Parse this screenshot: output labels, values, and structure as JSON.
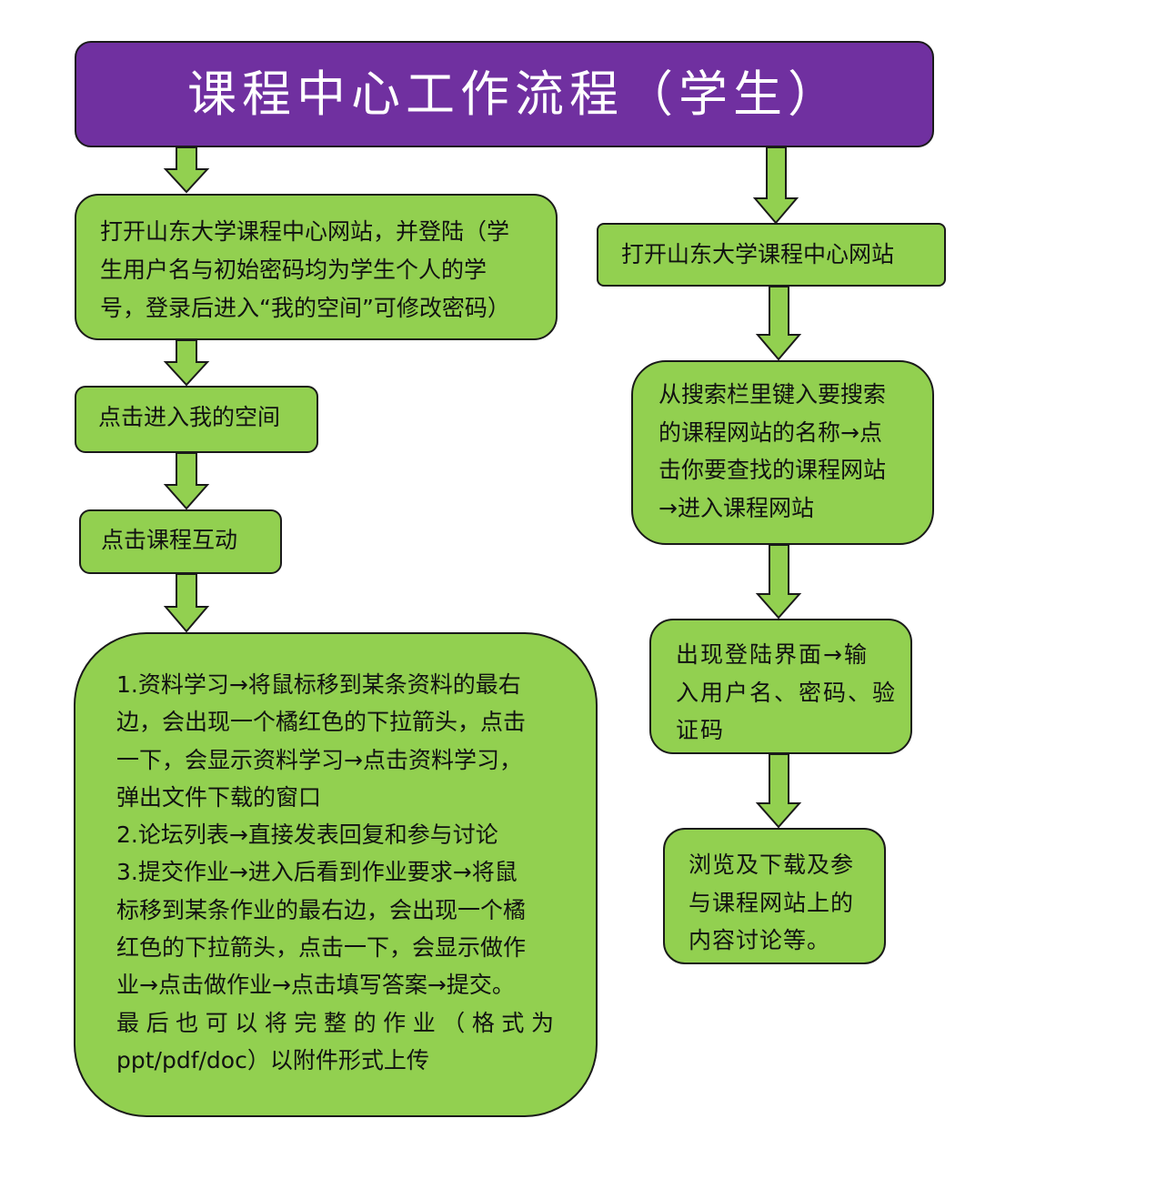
{
  "title": "课程中心工作流程（学生）",
  "colors": {
    "title_bg": "#7030a0",
    "title_text": "#ffffff",
    "box_fill": "#92d050",
    "outline": "#1a1a1a"
  },
  "left_flow": {
    "step1": [
      "打开山东大学课程中心网站，并登陆（学",
      "生用户名与初始密码均为学生个人的学",
      "号，登录后进入“我的空间”可修改密码）"
    ],
    "step2": "点击进入我的空间",
    "step3": "点击课程互动",
    "step4": [
      "1.资料学习→将鼠标移到某条资料的最右",
      "边，会出现一个橘红色的下拉箭头，点击",
      "一下，会显示资料学习→点击资料学习，",
      "弹出文件下载的窗口",
      "2.论坛列表→直接发表回复和参与讨论",
      "3.提交作业→进入后看到作业要求→将鼠",
      "标移到某条作业的最右边，会出现一个橘",
      "红色的下拉箭头，点击一下，会显示做作",
      "业→点击做作业→点击填写答案→提交。",
      "最后也可以将完整的作业（格式为",
      "ppt/pdf/doc）以附件形式上传"
    ]
  },
  "right_flow": {
    "step1": "打开山东大学课程中心网站",
    "step2": [
      "从搜索栏里键入要搜索",
      "的课程网站的名称→点",
      "击你要查找的课程网站",
      "→进入课程网站"
    ],
    "step3": [
      "出现登陆界面→输",
      "入用户名、密码、验",
      "证码"
    ],
    "step4": [
      "浏览及下载及参",
      "与课程网站上的",
      "内容讨论等。"
    ]
  }
}
